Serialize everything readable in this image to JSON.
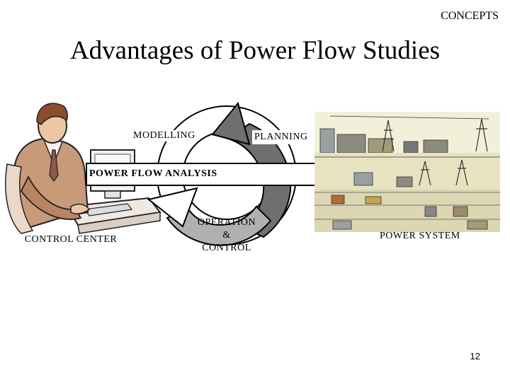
{
  "slide": {
    "section_label": "CONCEPTS",
    "title": "Advantages of Power Flow Studies",
    "page_number": "12"
  },
  "diagram": {
    "center_left_label": "CONTROL CENTER",
    "cycle_labels": {
      "modelling": "MODELLING",
      "planning": "PLANNING",
      "operation_line1": "OPERATION",
      "operation_line2": "&",
      "operation_line3": "CONTROL"
    },
    "arrow_label": "POWER FLOW ANALYSIS",
    "right_label": "POWER SYSTEM"
  }
}
